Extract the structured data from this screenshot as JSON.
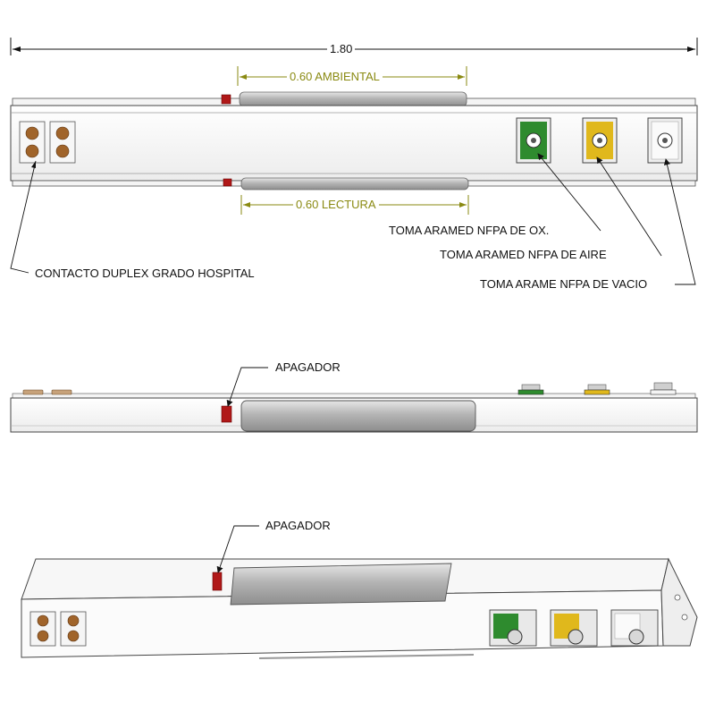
{
  "dimensions": {
    "total_length": "1.80",
    "ambient_length": "0.60 AMBIENTAL",
    "reading_length": "0.60 LECTURA"
  },
  "callouts": {
    "duplex": "CONTACTO DUPLEX GRADO HOSPITAL",
    "oxygen": "TOMA ARAMED NFPA DE OX.",
    "air": "TOMA ARAMED NFPA DE AIRE",
    "vacuum": "TOMA ARAME NFPA DE VACIO",
    "switch_front": "APAGADOR",
    "switch_iso": "APAGADOR"
  },
  "colors": {
    "dimension_text": "#8a8a12",
    "outlet_brown": "#a0642a",
    "oxygen_green": "#2e8b2e",
    "air_yellow": "#e0b81c",
    "switch_red": "#b01818",
    "lamp_gray": "#a9a9a9"
  }
}
